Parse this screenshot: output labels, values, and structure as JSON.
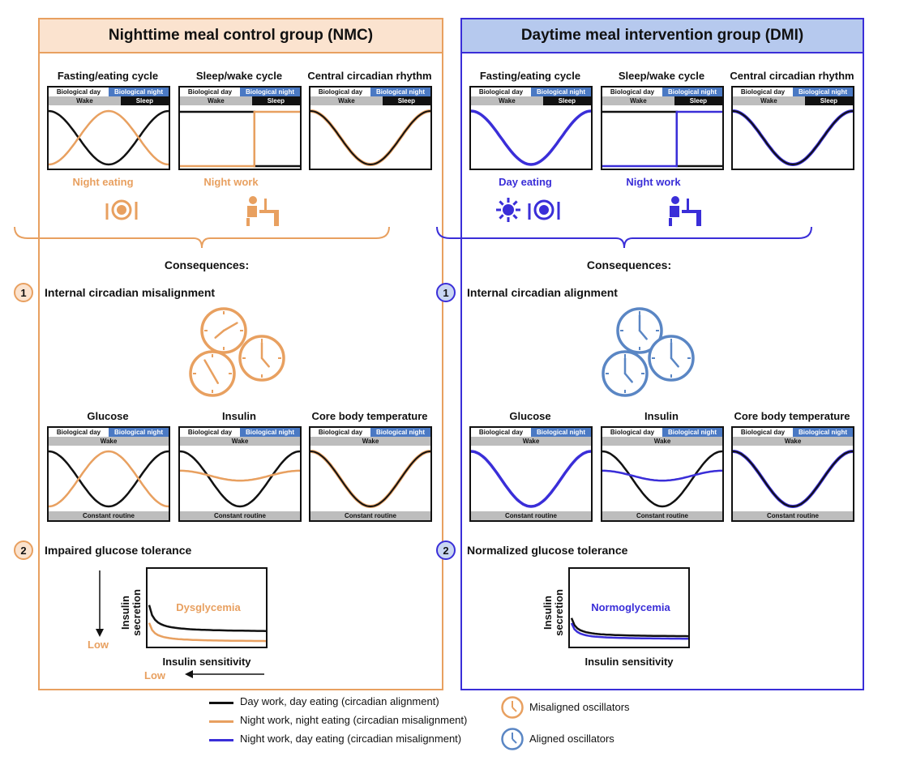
{
  "colors": {
    "nmc": "#e8a060",
    "dmi": "#3a2ed8",
    "aligned": "#5a86c4",
    "day_curve": "#111111",
    "night_bar": "#4a79c4"
  },
  "nmc": {
    "title": "Nighttime meal control group (NMC)",
    "panels_top": [
      "Fasting/eating cycle",
      "Sleep/wake cycle",
      "Central circadian rhythm"
    ],
    "behaviours": [
      "Night eating",
      "Night work"
    ],
    "consequences": "Consequences:",
    "c1_num": "1",
    "c1_text": "Internal circadian misalignment",
    "panels_mid": [
      "Glucose",
      "Insulin",
      "Core body temperature"
    ],
    "c2_num": "2",
    "c2_text": "Impaired glucose tolerance",
    "curve_label": "Dysglycemia",
    "y_axis": "Insulin secretion",
    "x_axis": "Insulin sensitivity",
    "low_y": "Low",
    "low_x": "Low"
  },
  "dmi": {
    "title": "Daytime meal intervention group (DMI)",
    "panels_top": [
      "Fasting/eating cycle",
      "Sleep/wake cycle",
      "Central circadian rhythm"
    ],
    "behaviours": [
      "Day eating",
      "Night work"
    ],
    "consequences": "Consequences:",
    "c1_num": "1",
    "c1_text": "Internal circadian alignment",
    "panels_mid": [
      "Glucose",
      "Insulin",
      "Core body temperature"
    ],
    "c2_num": "2",
    "c2_text": "Normalized glucose tolerance",
    "curve_label": "Normoglycemia",
    "y_axis": "Insulin secretion",
    "x_axis": "Insulin sensitivity"
  },
  "bars": {
    "bio_day": "Biological day",
    "bio_night": "Biological night",
    "wake": "Wake",
    "sleep": "Sleep",
    "constant": "Constant routine"
  },
  "legend": {
    "items": [
      "Day work, day eating (circadian alignment)",
      "Night work, night eating (circadian misalignment)",
      "Night work, day eating (circadian misalignment)"
    ],
    "misaligned": "Misaligned oscillators",
    "aligned": "Aligned oscillators"
  }
}
